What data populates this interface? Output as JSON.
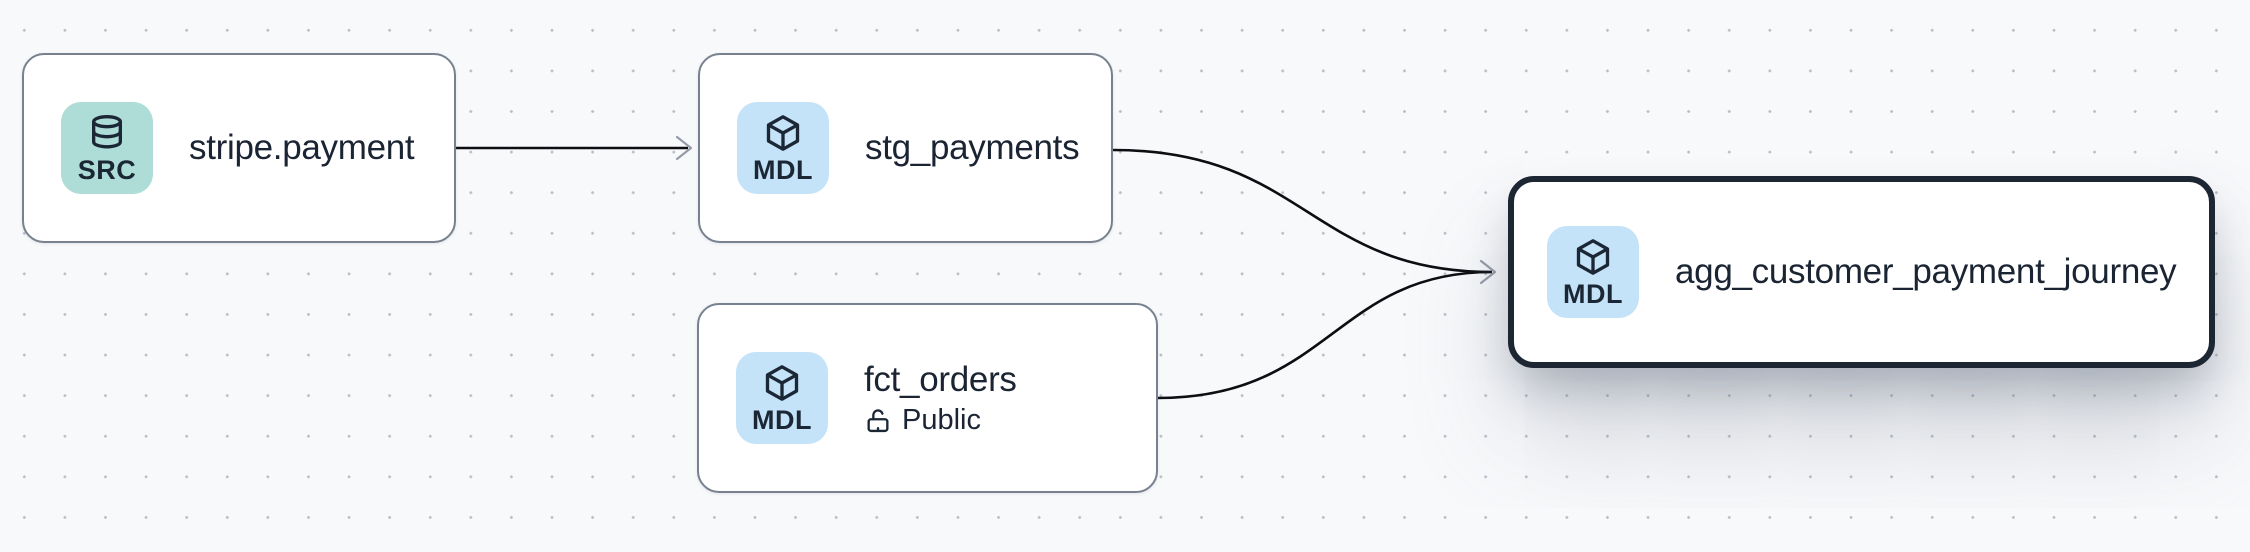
{
  "canvas": {
    "background": "#f8f9fb",
    "dot_color": "#b9bec8"
  },
  "colors": {
    "node_border": "#78818f",
    "selected_node_border": "#1d2633",
    "node_background": "#ffffff",
    "title_text": "#1b2433",
    "source_badge_background": "#aedcd6",
    "model_badge_background": "#c4e3f8",
    "edge_line": "#0c0e11",
    "arrowhead": "#959ca7"
  },
  "nodes": [
    {
      "title": "stripe.payment",
      "type": "source",
      "selected": false,
      "badge": {
        "label": "SRC",
        "icon": "database-icon"
      }
    },
    {
      "title": "stg_payments",
      "type": "model",
      "selected": false,
      "badge": {
        "label": "MDL",
        "icon": "cube-icon"
      }
    },
    {
      "title": "fct_orders",
      "type": "model",
      "selected": false,
      "badge": {
        "label": "MDL",
        "icon": "cube-icon"
      },
      "access": {
        "icon": "lock-open-icon",
        "label": "Public"
      }
    },
    {
      "title": "agg_customer_payment_journey",
      "type": "model",
      "selected": true,
      "badge": {
        "label": "MDL",
        "icon": "cube-icon"
      }
    }
  ],
  "edges": [
    {
      "from": "stripe.payment",
      "to": "stg_payments"
    },
    {
      "from": "stg_payments",
      "to": "agg_customer_payment_journey"
    },
    {
      "from": "fct_orders",
      "to": "agg_customer_payment_journey"
    }
  ]
}
